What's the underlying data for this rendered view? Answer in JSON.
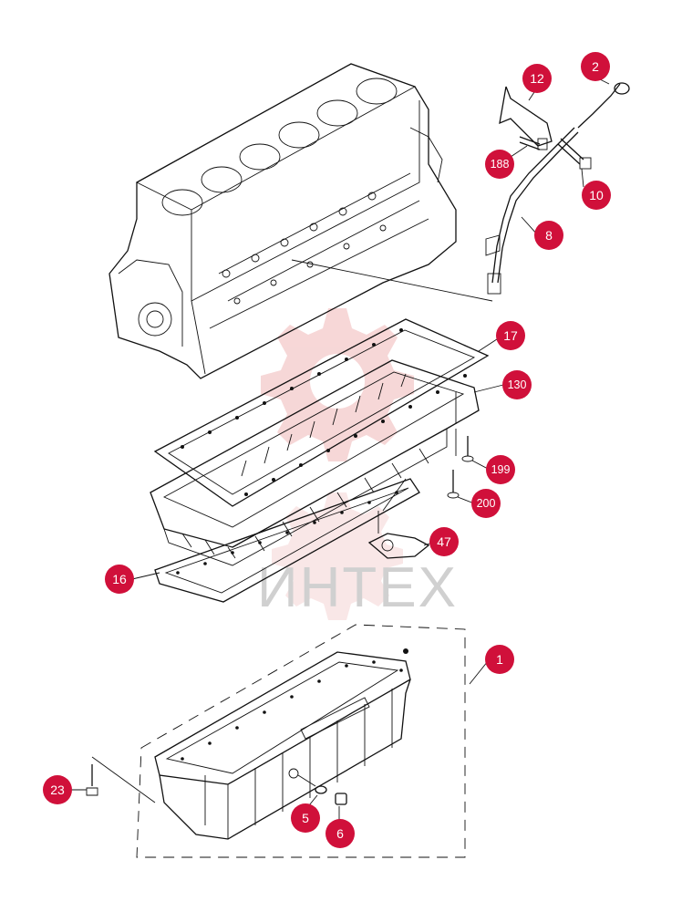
{
  "colors": {
    "callout": "#d0103a",
    "callout_text": "#ffffff",
    "line": "#111111",
    "watermark_gear": "#f3c6c6",
    "watermark_text": "#cfcfcf"
  },
  "watermark": {
    "text": "ИНТЕХ"
  },
  "callouts": {
    "c2": "2",
    "c12": "12",
    "c188": "188",
    "c10": "10",
    "c8": "8",
    "c17": "17",
    "c130": "130",
    "c199": "199",
    "c200": "200",
    "c47": "47",
    "c16": "16",
    "c1": "1",
    "c23": "23",
    "c5": "5",
    "c6": "6"
  }
}
